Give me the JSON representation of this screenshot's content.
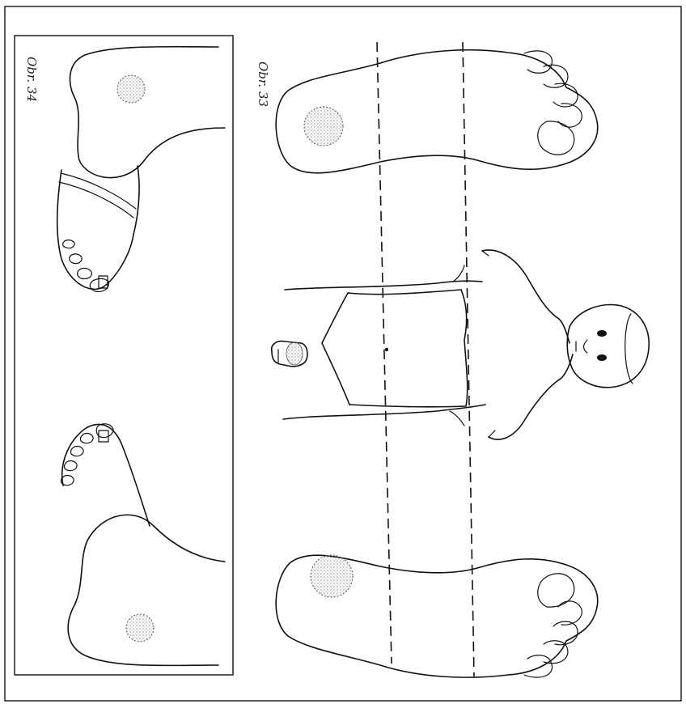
{
  "figures": {
    "fig33": {
      "label": "Obr. 33"
    },
    "fig34": {
      "label": "Obr. 34"
    }
  },
  "colors": {
    "ink": "#111111",
    "stipple": "#9a9a9a",
    "background": "#ffffff"
  },
  "icons": [
    "foot-sole",
    "foot-side",
    "torso-outline",
    "face",
    "penis"
  ]
}
